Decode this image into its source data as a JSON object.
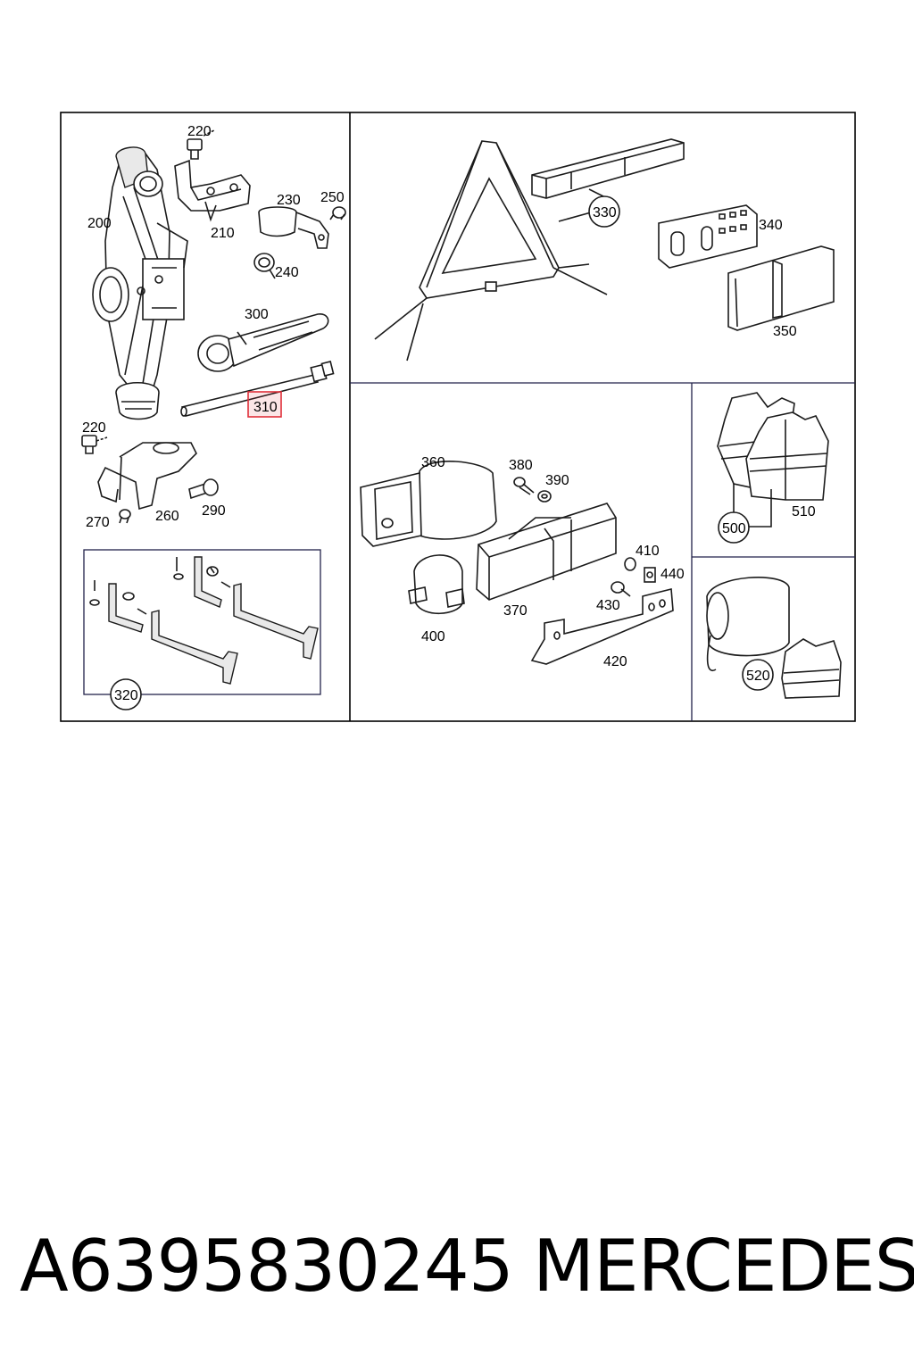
{
  "labels": {
    "l220a": "220",
    "l210": "210",
    "l230": "230",
    "l250": "250",
    "l240": "240",
    "l200": "200",
    "l300": "300",
    "l310": "310",
    "l220b": "220",
    "l270": "270",
    "l260": "260",
    "l290": "290",
    "l320": "320",
    "l330": "330",
    "l340": "340",
    "l350": "350",
    "l360": "360",
    "l380": "380",
    "l390": "390",
    "l410": "410",
    "l440": "440",
    "l430": "430",
    "l370": "370",
    "l400": "400",
    "l420": "420",
    "l500": "500",
    "l510": "510",
    "l520": "520"
  },
  "highlighted_part": "310",
  "highlight_color": "#e0303a",
  "footer": {
    "part_number": "A6395830245",
    "brand": "MERCEDES"
  }
}
